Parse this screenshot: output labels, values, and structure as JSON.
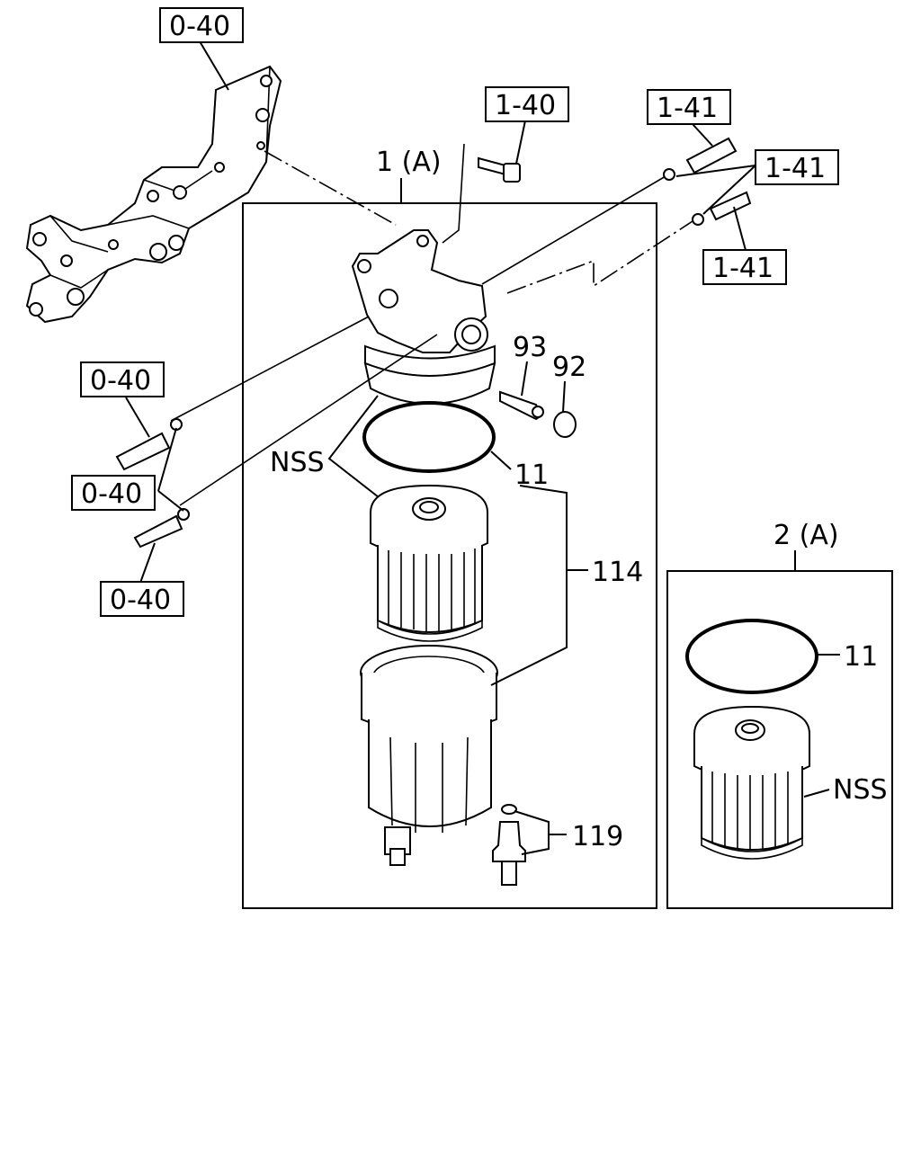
{
  "callouts": {
    "bracket_ref": "0-40",
    "bolt_ref": "1-40",
    "hose_ref_top": "1-41",
    "hose_ref_mid": "1-41",
    "hose_ref_low": "1-41",
    "hose_ref_left_top": "0-40",
    "hose_ref_left_mid": "0-40",
    "hose_ref_left_low": "0-40"
  },
  "parts": {
    "assembly_main": "1 (A)",
    "assembly_kit": "2 (A)",
    "p93": "93",
    "p92": "92",
    "nss_main": "NSS",
    "nss_kit": "NSS",
    "oring_main": "11",
    "oring_kit": "11",
    "element_bowl": "114",
    "drain_sensor": "119"
  }
}
